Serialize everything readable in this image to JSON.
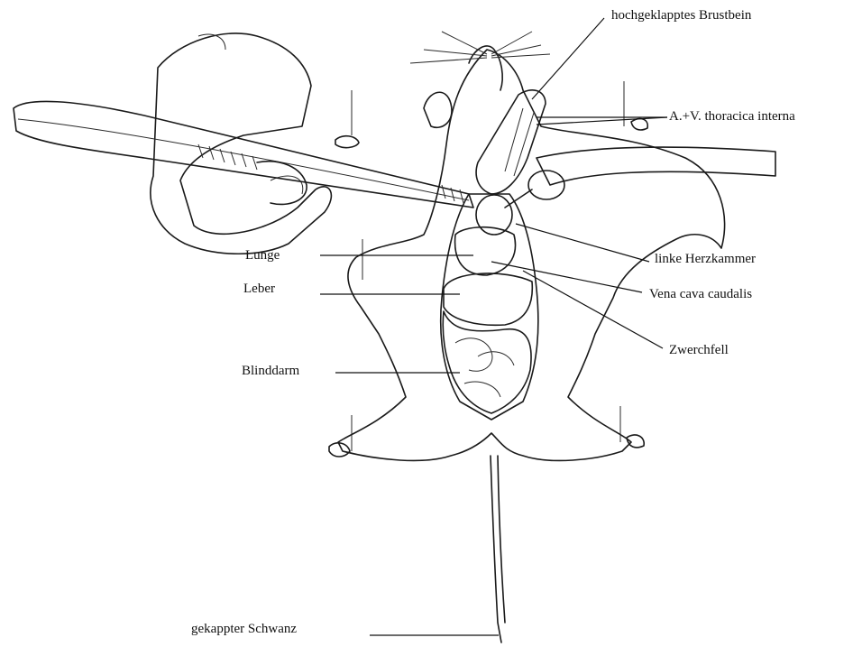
{
  "labels": {
    "sternum": "hochgeklapptes Brustbein",
    "thoracic_vessels": "A.+V. thoracica interna",
    "lung": "Lunge",
    "left_ventricle": "linke Herzkammer",
    "liver": "Leber",
    "vena_cava": "Vena cava caudalis",
    "diaphragm": "Zwerchfell",
    "cecum": "Blinddarm",
    "tail": "gekappter Schwanz"
  },
  "colors": {
    "liver_fill": "#6f6f6f",
    "intestine_fill": "#b9b9b9",
    "lung_fill": "#d8d8d8",
    "tube_fill": "#bdbdbd",
    "forceps_fill": "#c9c9c9",
    "line": "#1a1a1a"
  }
}
